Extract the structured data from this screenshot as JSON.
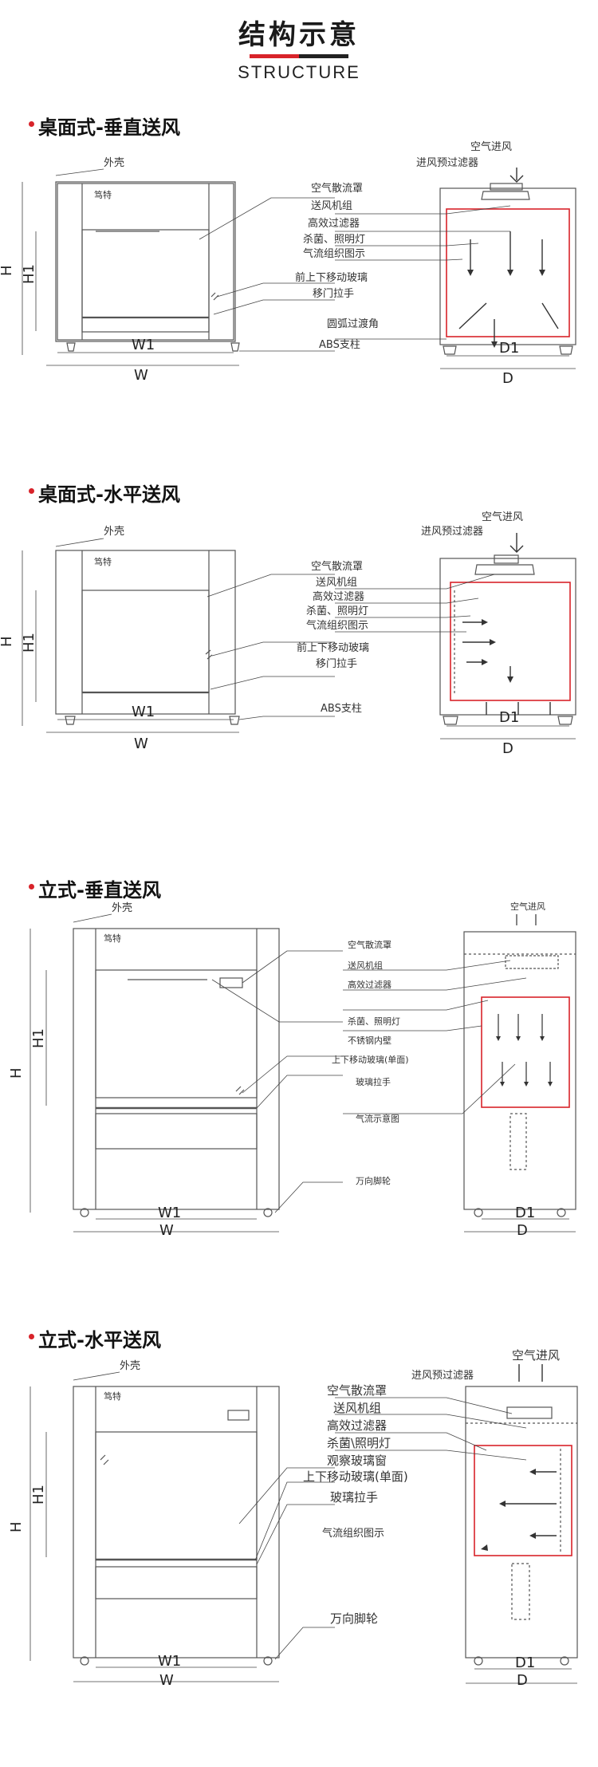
{
  "header": {
    "title": "结构示意",
    "subtitle": "STRUCTURE",
    "accent": "#d8232a"
  },
  "sections": [
    {
      "title": "桌面式-垂直送风",
      "shell": "外壳",
      "brand": "笃特",
      "dims": {
        "h": "H",
        "h1": "H1",
        "w1": "W1",
        "w": "W",
        "d1": "D1",
        "d": "D"
      },
      "top_labels": [
        "空气进风",
        "进风预过滤器"
      ],
      "callouts": [
        "空气散流罩",
        "送风机组",
        "高效过滤器",
        "杀菌、照明灯",
        "气流组织图示",
        "前上下移动玻璃",
        "移门拉手",
        "圆弧过渡角",
        "ABS支柱"
      ]
    },
    {
      "title": "桌面式-水平送风",
      "shell": "外壳",
      "brand": "笃特",
      "dims": {
        "h": "H",
        "h1": "H1",
        "w1": "W1",
        "w": "W",
        "d1": "D1",
        "d": "D"
      },
      "top_labels": [
        "空气进风",
        "进风预过滤器"
      ],
      "callouts": [
        "空气散流罩",
        "送风机组",
        "高效过滤器",
        "杀菌、照明灯",
        "气流组织图示",
        "前上下移动玻璃",
        "移门拉手",
        "ABS支柱"
      ]
    },
    {
      "title": "立式-垂直送风",
      "shell": "外壳",
      "brand": "笃特",
      "dims": {
        "h": "H",
        "h1": "H1",
        "w1": "W1",
        "w": "W",
        "d1": "D1",
        "d": "D"
      },
      "top_labels": [
        "空气进风"
      ],
      "callouts": [
        "空气散流罩",
        "送风机组",
        "高效过滤器",
        "杀菌、照明灯",
        "不锈钢内壁",
        "上下移动玻璃(单面)",
        "玻璃拉手",
        "气流示意图",
        "万向脚轮"
      ]
    },
    {
      "title": "立式-水平送风",
      "shell": "外壳",
      "brand": "笃特",
      "dims": {
        "h": "H",
        "h1": "H1",
        "w1": "W1",
        "w": "W",
        "d1": "D1",
        "d": "D"
      },
      "top_labels": [
        "空气进风",
        "进风预过滤器"
      ],
      "callouts": [
        "空气散流罩",
        "送风机组",
        "高效过滤器",
        "杀菌\\照明灯",
        "观察玻璃窗",
        "上下移动玻璃(单面)",
        "玻璃拉手",
        "气流组织图示",
        "万向脚轮"
      ]
    }
  ]
}
